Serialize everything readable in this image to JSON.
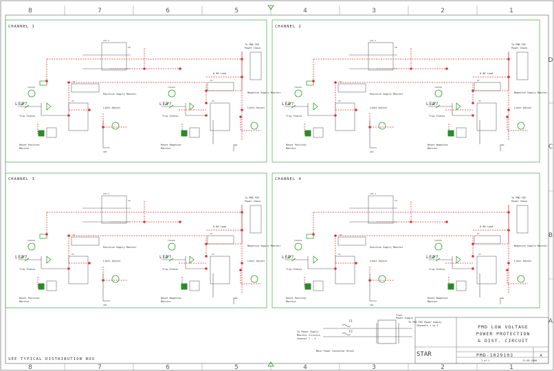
{
  "sheet": {
    "col_labels": [
      "8",
      "7",
      "6",
      "5",
      "4",
      "3",
      "2",
      "1"
    ],
    "row_labels": [
      "D",
      "C",
      "B",
      "A"
    ],
    "footer_note": "SEE TYPICAL DISTRIBUTION BOX"
  },
  "channels": [
    {
      "title": "CHANNEL 1"
    },
    {
      "title": "CHANNEL 2"
    },
    {
      "title": "CHANNEL 3"
    },
    {
      "title": "CHANNEL 4"
    }
  ],
  "channel_labels": {
    "led": "LED?",
    "trip_status": "Trip Status",
    "reset_pos": "Reset Positive",
    "reset_pos2": "Monitor",
    "reset_neg": "Reset Negative",
    "reset_neg2": "Monitor",
    "pos_supply": "Positive Supply Monitor",
    "neg_supply": "Negative Supply Monitor",
    "limit_adjust": "Limit Adjust",
    "to_pmd": "To PMD FEE",
    "power_chain": "Power Chain",
    "load_label": "# 80 Load"
  },
  "power_block": {
    "label_from": "To Power Supply",
    "label_from2": "Monitor Circuits",
    "label_from3": "Channel 1 - 4",
    "label_input": "From",
    "label_input2": "Power Supply",
    "label_right": "To PMD FEE Power Supply",
    "label_right2": "Channels 1 to 4",
    "connector_note": "Main Power Connector Block",
    "f1": "F1",
    "f2": "F2"
  },
  "title_block": {
    "company": "STAR",
    "title_line1": "PMD LOW VOLTAGE",
    "title_line2": "POWER PROTECTION",
    "title_line3": "& DIST. CIRCUIT",
    "doc_no": "PMD-1029103",
    "rev": "A",
    "date": "11.09.2000",
    "sheet": "1 of 1"
  }
}
